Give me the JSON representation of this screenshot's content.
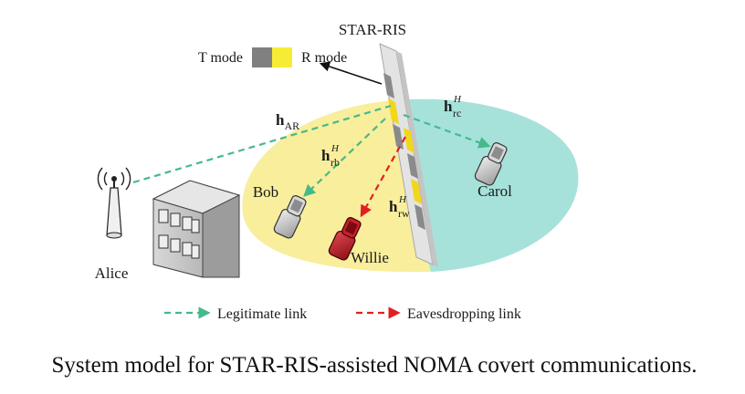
{
  "panel": {
    "title": "STAR-RIS",
    "t_mode": "T mode",
    "r_mode": "R mode"
  },
  "users": {
    "alice": "Alice",
    "bob": "Bob",
    "carol": "Carol",
    "willie": "Willie"
  },
  "channels": {
    "ar_main": "h",
    "ar_sub": "AR",
    "rb_main": "h",
    "rb_sup": "H",
    "rb_sub": "rb",
    "rc_main": "h",
    "rc_sup": "H",
    "rc_sub": "rc",
    "rw_main": "h",
    "rw_sup": "H",
    "rw_sub": "rw"
  },
  "legend": {
    "legit": "Legitimate link",
    "eaves": "Eavesdropping link"
  },
  "caption": "System model for STAR-RIS-assisted NOMA covert communications.",
  "colors": {
    "reflect_region": "#f8ee9c",
    "transmit_region": "#a6e2da",
    "legitimate_link": "#45b98a",
    "eavesdropping_link": "#e02020",
    "r_element": "#f2d61a",
    "t_element": "#808080",
    "willie_phone": "#c8202a",
    "user_phone": "#c4c4c4"
  }
}
